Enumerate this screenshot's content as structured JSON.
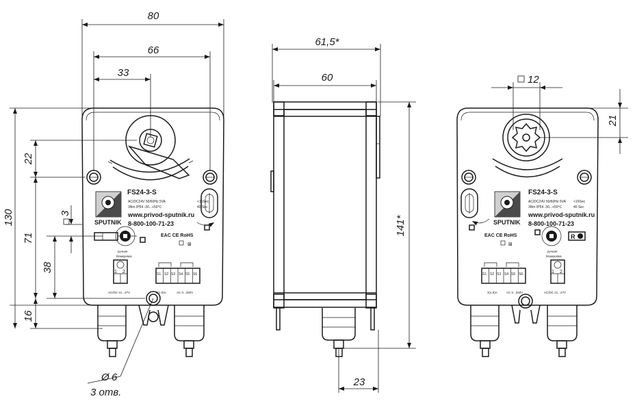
{
  "dimensions": {
    "front_width_80": "80",
    "front_width_66": "66",
    "front_width_33": "33",
    "side_width_615": "61,5*",
    "side_width_60": "60",
    "rear_square_12": "12",
    "rear_offset_21": "21",
    "height_130": "130",
    "height_71": "71",
    "height_38": "38",
    "height_16": "16",
    "height_22": "22",
    "square_3": "3",
    "side_height_141": "141*",
    "side_bottom_23": "23",
    "hole_diameter": "6",
    "hole_count": "3 отв."
  },
  "label": {
    "model": "FS24-3-S",
    "spec_line1": "AC/DC24V  50/60Hz  5VA",
    "spec_line1_time": "<15Sec",
    "spec_line2": "3Nm  IP54  -30...+50°C",
    "spec_line2_time": "40 Sec",
    "brand": "SPUTNIK",
    "website": "www.privod-sputnik.ru",
    "phone": "8-800-100-71-23",
    "cert": "EAC  CE  RoHS",
    "manual": "ручная",
    "manual2": "blокировка",
    "supply_left": "AC/DC 21...27V",
    "supply_right": "AC 0...250V",
    "fuse": "3(1.5)A",
    "terminals_motor": [
      "1",
      "2"
    ],
    "terminals_switch": [
      "S1",
      "S2",
      "S3",
      "S4",
      "S5",
      "S6"
    ],
    "r_mark": "R"
  }
}
